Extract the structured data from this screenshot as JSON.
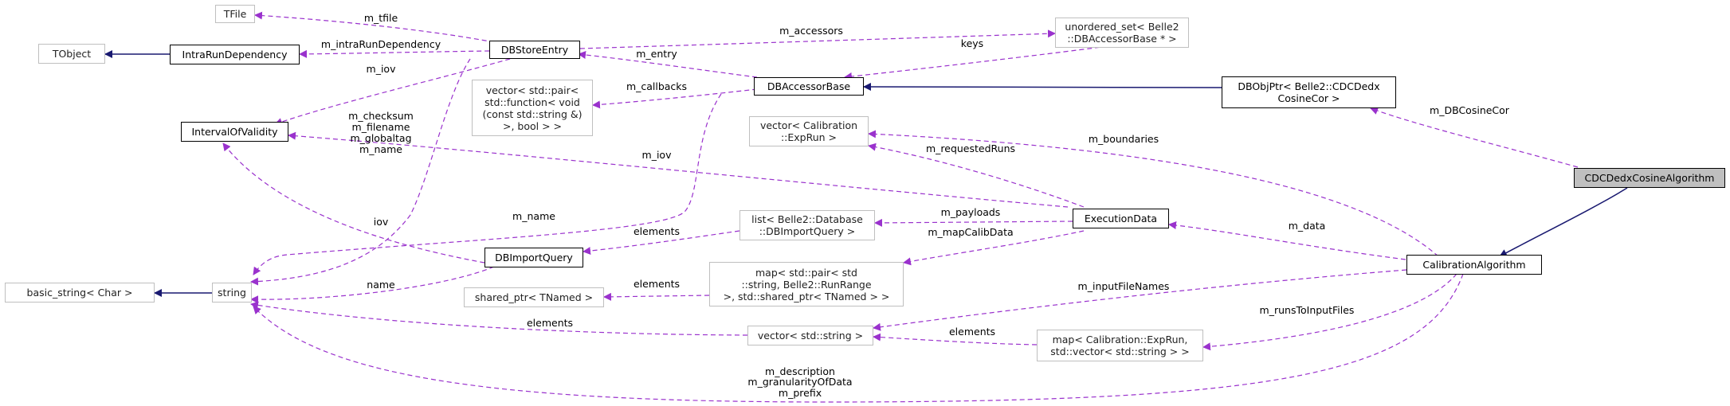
{
  "diagram": {
    "nodes": {
      "tfile": "TFile",
      "tobject": "TObject",
      "intra_run_dependency": "IntraRunDependency",
      "db_store_entry": "DBStoreEntry",
      "unordered_set_line1": "unordered_set< Belle2",
      "unordered_set_line2": "::DBAccessorBase * >",
      "interval_of_validity": "IntervalOfValidity",
      "vector_function_line1": "vector< std::pair<",
      "vector_function_line2": "std::function< void",
      "vector_function_line3": "(const std::string &)",
      "vector_function_line4": ">, bool > >",
      "db_accessor_base": "DBAccessorBase",
      "db_obj_ptr_line1": "DBObjPtr< Belle2::CDCDedx",
      "db_obj_ptr_line2": "CosineCor >",
      "vector_exprun_line1": "vector< Calibration",
      "vector_exprun_line2": "::ExpRun >",
      "cdc_dedx_cosine_algorithm": "CDCDedxCosineAlgorithm",
      "list_dbimportquery_line1": "list< Belle2::Database",
      "list_dbimportquery_line2": "::DBImportQuery >",
      "execution_data": "ExecutionData",
      "db_import_query": "DBImportQuery",
      "calibration_algorithm": "CalibrationAlgorithm",
      "basic_string": "basic_string< Char >",
      "string": "string",
      "shared_ptr_tnamed": "shared_ptr< TNamed >",
      "map_pair_line1": "map< std::pair< std",
      "map_pair_line2": "::string, Belle2::RunRange",
      "map_pair_line3": " >, std::shared_ptr< TNamed > >",
      "vector_string": "vector< std::string >",
      "map_exprun_line1": "map< Calibration::ExpRun,",
      "map_exprun_line2": " std::vector< std::string > >"
    },
    "edge_labels": {
      "m_tfile": "m_tfile",
      "m_accessors": "m_accessors",
      "m_intraRunDependency": "m_intraRunDependency",
      "keys": "keys",
      "m_entry": "m_entry",
      "m_iov_top": "m_iov",
      "m_callbacks": "m_callbacks",
      "m_DBCosineCor": "m_DBCosineCor",
      "m_checksum": "m_checksum",
      "m_filename": "m_filename",
      "m_globaltag": "m_globaltag",
      "m_name_multi": "m_name",
      "m_iov_mid": "m_iov",
      "m_boundaries": "m_boundaries",
      "m_requestedRuns": "m_requestedRuns",
      "m_name": "m_name",
      "m_payloads": "m_payloads",
      "iov": "iov",
      "elements_list": "elements",
      "m_data": "m_data",
      "m_mapCalibData": "m_mapCalibData",
      "name": "name",
      "elements_map": "elements",
      "m_inputFileNames": "m_inputFileNames",
      "m_runsToInputFiles": "m_runsToInputFiles",
      "elements_string": "elements",
      "elements_vector": "elements",
      "m_description": "m_description",
      "m_granularityOfData": "m_granularityOfData",
      "m_prefix": "m_prefix"
    },
    "colors": {
      "inheritance": "#191970",
      "usage": "#9a32cd",
      "node_border": "#000000",
      "node_border_external": "#bfbfbf",
      "focus_fill": "#bfbfbf"
    }
  }
}
